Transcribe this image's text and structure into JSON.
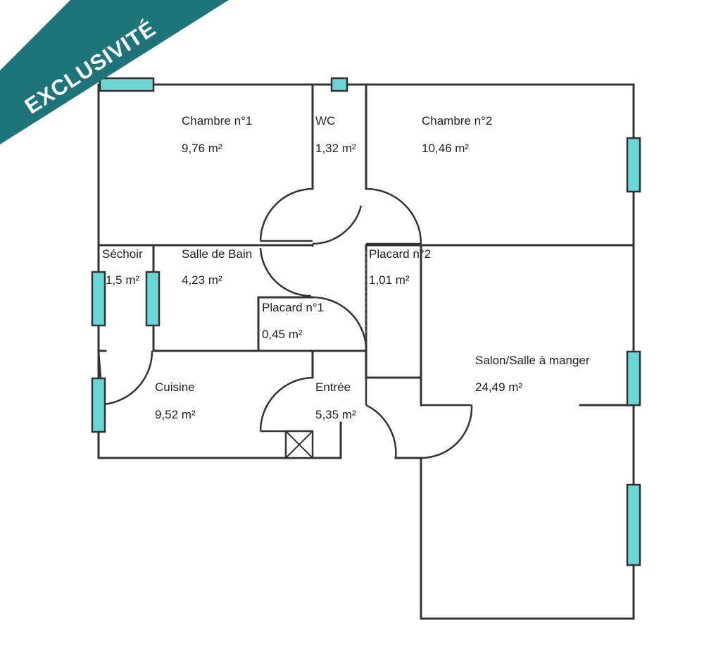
{
  "banner": {
    "label": "EXCLUSIVITÉ",
    "color": "#1e7479"
  },
  "colors": {
    "wall": "#333333",
    "window": "#6ad6d8",
    "background": "#ffffff"
  },
  "rooms": {
    "chambre1": {
      "name": "Chambre n°1",
      "area": "9,76  m²"
    },
    "wc": {
      "name": "WC",
      "area": "1,32  m²"
    },
    "chambre2": {
      "name": "Chambre n°2",
      "area": "10,46  m²"
    },
    "sechoir": {
      "name": "Séchoir",
      "area": "1,5  m²"
    },
    "salle_de_bain": {
      "name": "Salle de Bain",
      "area": "4,23  m²"
    },
    "placard1": {
      "name": "Placard n°1",
      "area": "0,45  m²"
    },
    "placard2": {
      "name": "Placard n°2",
      "area": "1,01  m²"
    },
    "cuisine": {
      "name": "Cuisine",
      "area": "9,52  m²"
    },
    "entree": {
      "name": "Entrée",
      "area": "5,35  m²"
    },
    "salon": {
      "name": "Salon/Salle à manger",
      "area": "24,49  m²"
    }
  }
}
